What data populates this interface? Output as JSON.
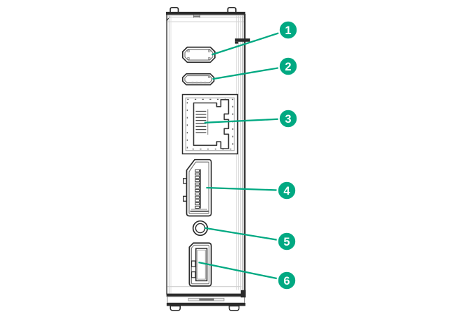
{
  "figure": {
    "kind": "hardware-port-callout-diagram",
    "background_color": "#ffffff",
    "accent_color": "#01A982",
    "outline_color": "#2b2b2b",
    "shading_color": "#d3d3d3",
    "callout_text_color": "#ffffff",
    "callouts": [
      {
        "number": "1"
      },
      {
        "number": "2"
      },
      {
        "number": "3"
      },
      {
        "number": "4"
      },
      {
        "number": "5"
      },
      {
        "number": "6"
      }
    ]
  }
}
